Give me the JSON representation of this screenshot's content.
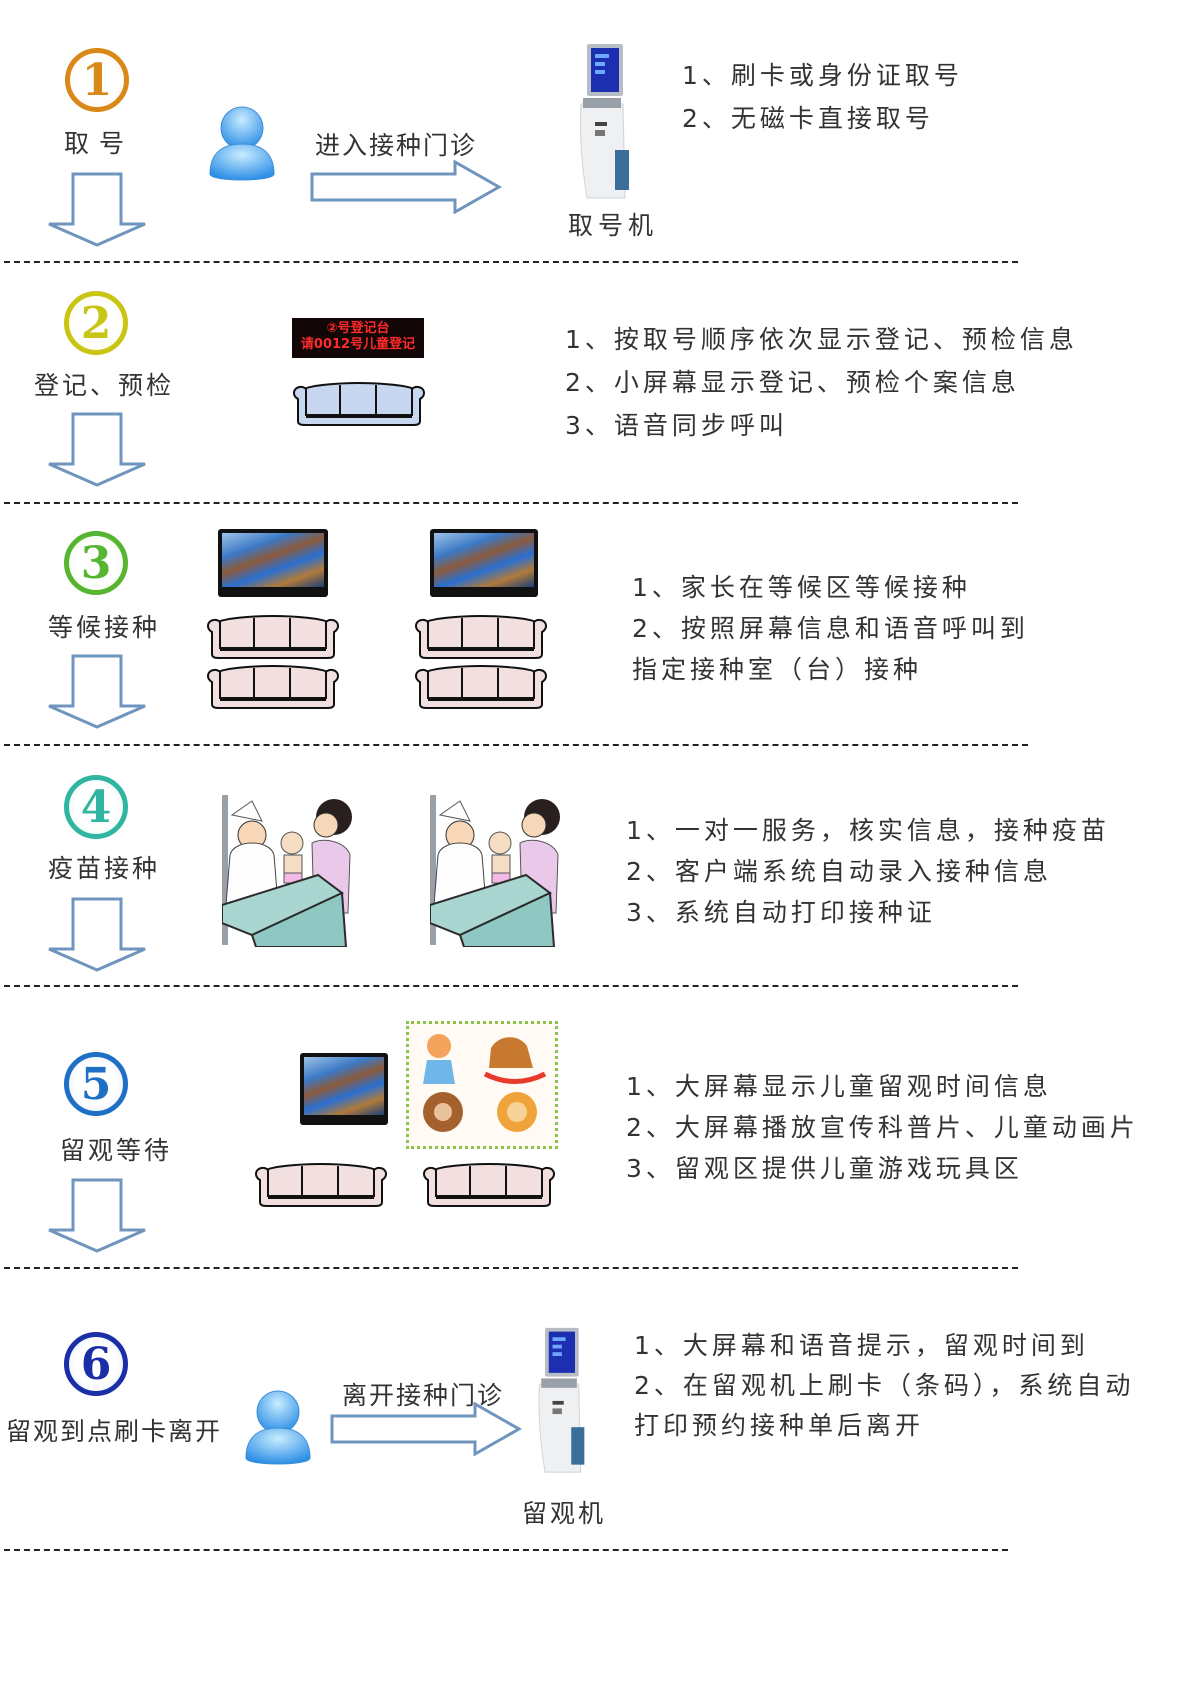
{
  "colors": {
    "arrow_stroke": "#6f94bd",
    "divider": "#222222",
    "step1": "#d9891a",
    "step2": "#c8c515",
    "step3": "#56b531",
    "step4": "#2fb5a0",
    "step5": "#1f6fc4",
    "step6": "#1a2ea8",
    "sofa_blue": "#c6d7ef",
    "sofa_pink": "#f2dfe0",
    "led_text": "#ff2a2a"
  },
  "steps": [
    {
      "number": "1",
      "title": "取号",
      "arrow_label": "进入接种门诊",
      "device_label": "取号机",
      "items": [
        "1、刷卡或身份证取号",
        "2、无磁卡直接取号"
      ]
    },
    {
      "number": "2",
      "title": "登记、预检",
      "led_lines": [
        "②号登记台",
        "请0012号儿童登记"
      ],
      "items": [
        "1、按取号顺序依次显示登记、预检信息",
        "2、小屏幕显示登记、预检个案信息",
        "3、语音同步呼叫"
      ]
    },
    {
      "number": "3",
      "title": "等候接种",
      "items": [
        "1、家长在等候区等候接种",
        "2、按照屏幕信息和语音呼叫到",
        "指定接种室（台）接种"
      ]
    },
    {
      "number": "4",
      "title": "疫苗接种",
      "items": [
        "1、一对一服务，核实信息，接种疫苗",
        "2、客户端系统自动录入接种信息",
        "3、系统自动打印接种证"
      ]
    },
    {
      "number": "5",
      "title": "留观等待",
      "items": [
        "1、大屏幕显示儿童留观时间信息",
        "2、大屏幕播放宣传科普片、儿童动画片",
        "3、留观区提供儿童游戏玩具区"
      ]
    },
    {
      "number": "6",
      "title": "留观到点刷卡离开",
      "arrow_label": "离开接种门诊",
      "device_label": "留观机",
      "items": [
        "1、大屏幕和语音提示，留观时间到",
        "2、在留观机上刷卡（条码），系统自动",
        "打印预约接种单后离开"
      ]
    }
  ]
}
